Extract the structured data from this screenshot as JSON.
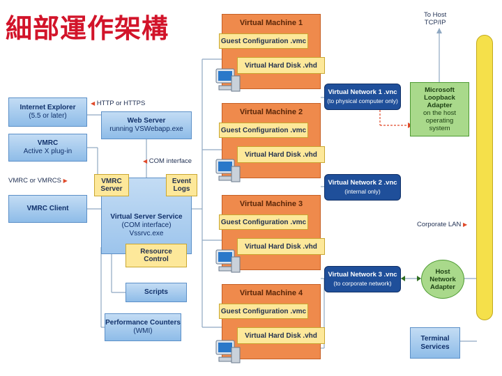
{
  "title": "細部運作架構",
  "left_panel": {
    "internet_explorer": {
      "label": "Internet Explorer",
      "sub": "(5.5 or later)"
    },
    "vmrc_activex": {
      "label": "VMRC",
      "sub": "Active X plug-in"
    },
    "vmrc_client": {
      "label": "VMRC Client"
    },
    "web_server": {
      "label": "Web Server",
      "sub": "running VSWebapp.exe"
    },
    "vmrc_server": {
      "label": "VMRC Server"
    },
    "event_logs": {
      "label": "Event Logs"
    },
    "vss": {
      "label": "Virtual Server Service",
      "sub1": "(COM interface)",
      "sub2": "Vssrvc.exe"
    },
    "resource_control": {
      "label": "Resource Control"
    },
    "scripts": {
      "label": "Scripts"
    },
    "perf_counters": {
      "label": "Performance Counters",
      "sub": "(WMI)"
    }
  },
  "labels": {
    "http": "HTTP or HTTPS",
    "com": "COM interface",
    "vmrc_proto": "VMRC or VMRCS",
    "to_host": "To Host",
    "tcpip": "TCP/IP",
    "corporate_lan": "Corporate LAN"
  },
  "vms": [
    {
      "title": "Virtual Machine 1",
      "config": "Guest Configuration .vmc",
      "disk": "Virtual Hard Disk .vhd"
    },
    {
      "title": "Virtual Machine 2",
      "config": "Guest Configuration .vmc",
      "disk": "Virtual Hard Disk .vhd"
    },
    {
      "title": "Virtual Machine 3",
      "config": "Guest Configuration .vmc",
      "disk": "Virtual Hard Disk .vhd"
    },
    {
      "title": "Virtual Machine 4",
      "config": "Guest Configuration .vmc",
      "disk": "Virtual Hard Disk .vhd"
    }
  ],
  "networks": [
    {
      "label": "Virtual Network 1 .vnc",
      "sub": "(to physical computer only)"
    },
    {
      "label": "Virtual Network 2 .vnc",
      "sub": "(internal only)"
    },
    {
      "label": "Virtual Network 3 .vnc",
      "sub": "(to corporate network)"
    }
  ],
  "right_panel": {
    "loopback": {
      "l1": "Microsoft",
      "l2": "Loopback",
      "l3": "Adapter",
      "l4": "on the host",
      "l5": "operating",
      "l6": "system"
    },
    "host_adapter": {
      "l1": "Host",
      "l2": "Network",
      "l3": "Adapter"
    },
    "terminal": {
      "l1": "Terminal",
      "l2": "Services"
    }
  },
  "colors": {
    "title": "#d2142a",
    "vm": "#ef8a4c",
    "network": "#1f4f9a",
    "adapter": "#a9d98b",
    "lan": "#f5e04a",
    "box": "#8ebce8"
  }
}
